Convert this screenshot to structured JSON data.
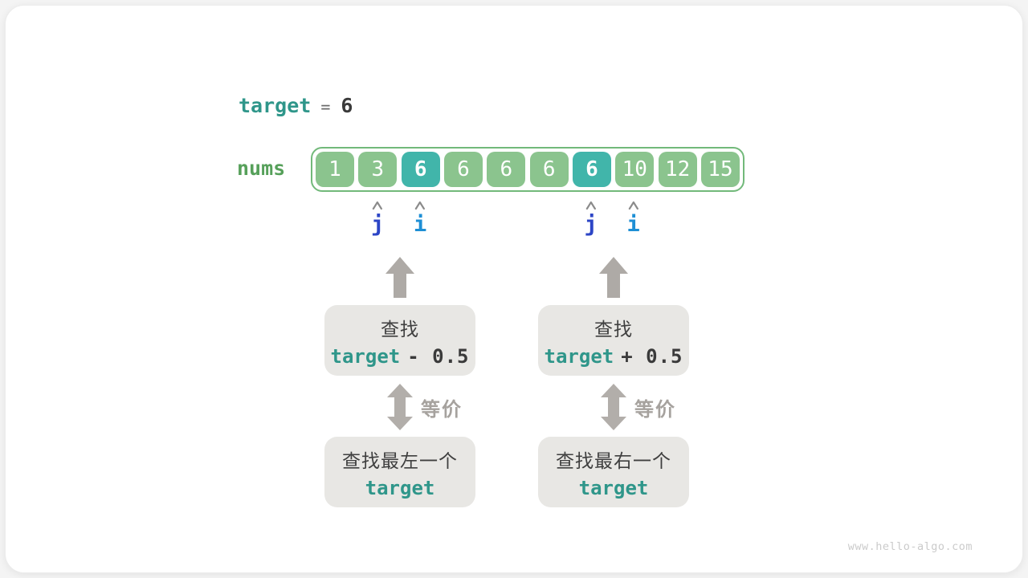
{
  "header": {
    "target_label": "target",
    "equals": "=",
    "target_value": "6"
  },
  "array": {
    "label": "nums",
    "cells": [
      {
        "value": "1",
        "highlight": false
      },
      {
        "value": "3",
        "highlight": false
      },
      {
        "value": "6",
        "highlight": true
      },
      {
        "value": "6",
        "highlight": false
      },
      {
        "value": "6",
        "highlight": false
      },
      {
        "value": "6",
        "highlight": false
      },
      {
        "value": "6",
        "highlight": true
      },
      {
        "value": "10",
        "highlight": false
      },
      {
        "value": "12",
        "highlight": false
      },
      {
        "value": "15",
        "highlight": false
      }
    ]
  },
  "pointers": {
    "items": [
      {
        "label": "j",
        "cell": 1
      },
      {
        "label": "i",
        "cell": 2
      },
      {
        "label": "j",
        "cell": 6
      },
      {
        "label": "i",
        "cell": 7
      }
    ]
  },
  "branches": [
    {
      "search_label": "查找",
      "expr_target": "target",
      "expr_op": "- 0.5",
      "equiv_label": "等价",
      "result_label": "查找最左一个",
      "result_target": "target"
    },
    {
      "search_label": "查找",
      "expr_target": "target",
      "expr_op": "+ 0.5",
      "equiv_label": "等价",
      "result_label": "查找最右一个",
      "result_target": "target"
    }
  ],
  "watermark": "www.hello-algo.com",
  "colors": {
    "teal_text": "#2f968a",
    "nums_green": "#56a05a",
    "cell_green": "#8bc48e",
    "cell_highlight": "#41b5aa",
    "array_border": "#72b97a",
    "box_bg": "#e8e7e4",
    "arrow_gray": "#aeaaa6",
    "caret_gray": "#8b8b8b",
    "pointer_j": "#2c45c6",
    "pointer_i": "#1e8fd5",
    "watermark_gray": "#cbcbcb"
  }
}
